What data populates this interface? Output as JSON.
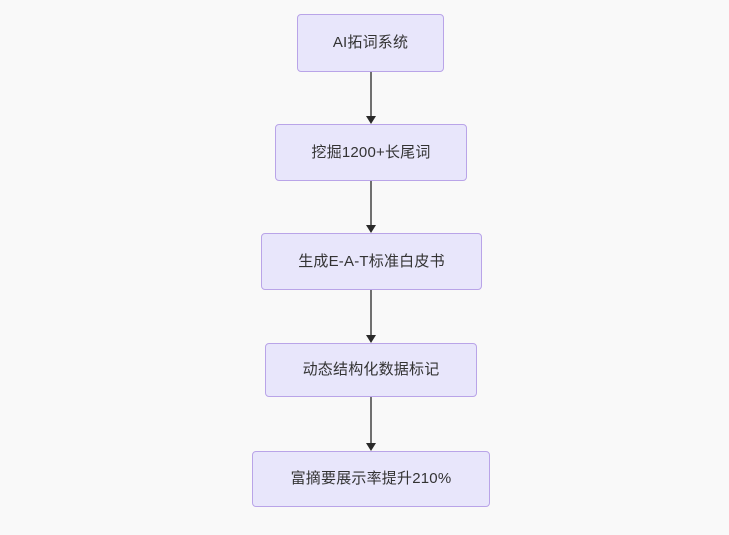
{
  "diagram": {
    "type": "flowchart",
    "orientation": "top-to-bottom",
    "background_color": "#f9f9f9",
    "node_fill_color": "#e8e6fb",
    "node_border_color": "#b9a4e8",
    "node_text_color": "#333333",
    "edge_color": "#707070",
    "arrowhead_color": "#2a2a2a",
    "nodes": [
      {
        "id": "n0",
        "label": "AI拓词系统"
      },
      {
        "id": "n1",
        "label": "挖掘1200+长尾词"
      },
      {
        "id": "n2",
        "label": "生成E-A-T标准白皮书"
      },
      {
        "id": "n3",
        "label": "动态结构化数据标记"
      },
      {
        "id": "n4",
        "label": "富摘要展示率提升210%"
      }
    ],
    "edges": [
      {
        "from": "n0",
        "to": "n1",
        "label": ""
      },
      {
        "from": "n1",
        "to": "n2",
        "label": ""
      },
      {
        "from": "n2",
        "to": "n3",
        "label": ""
      },
      {
        "from": "n3",
        "to": "n4",
        "label": ""
      }
    ]
  }
}
